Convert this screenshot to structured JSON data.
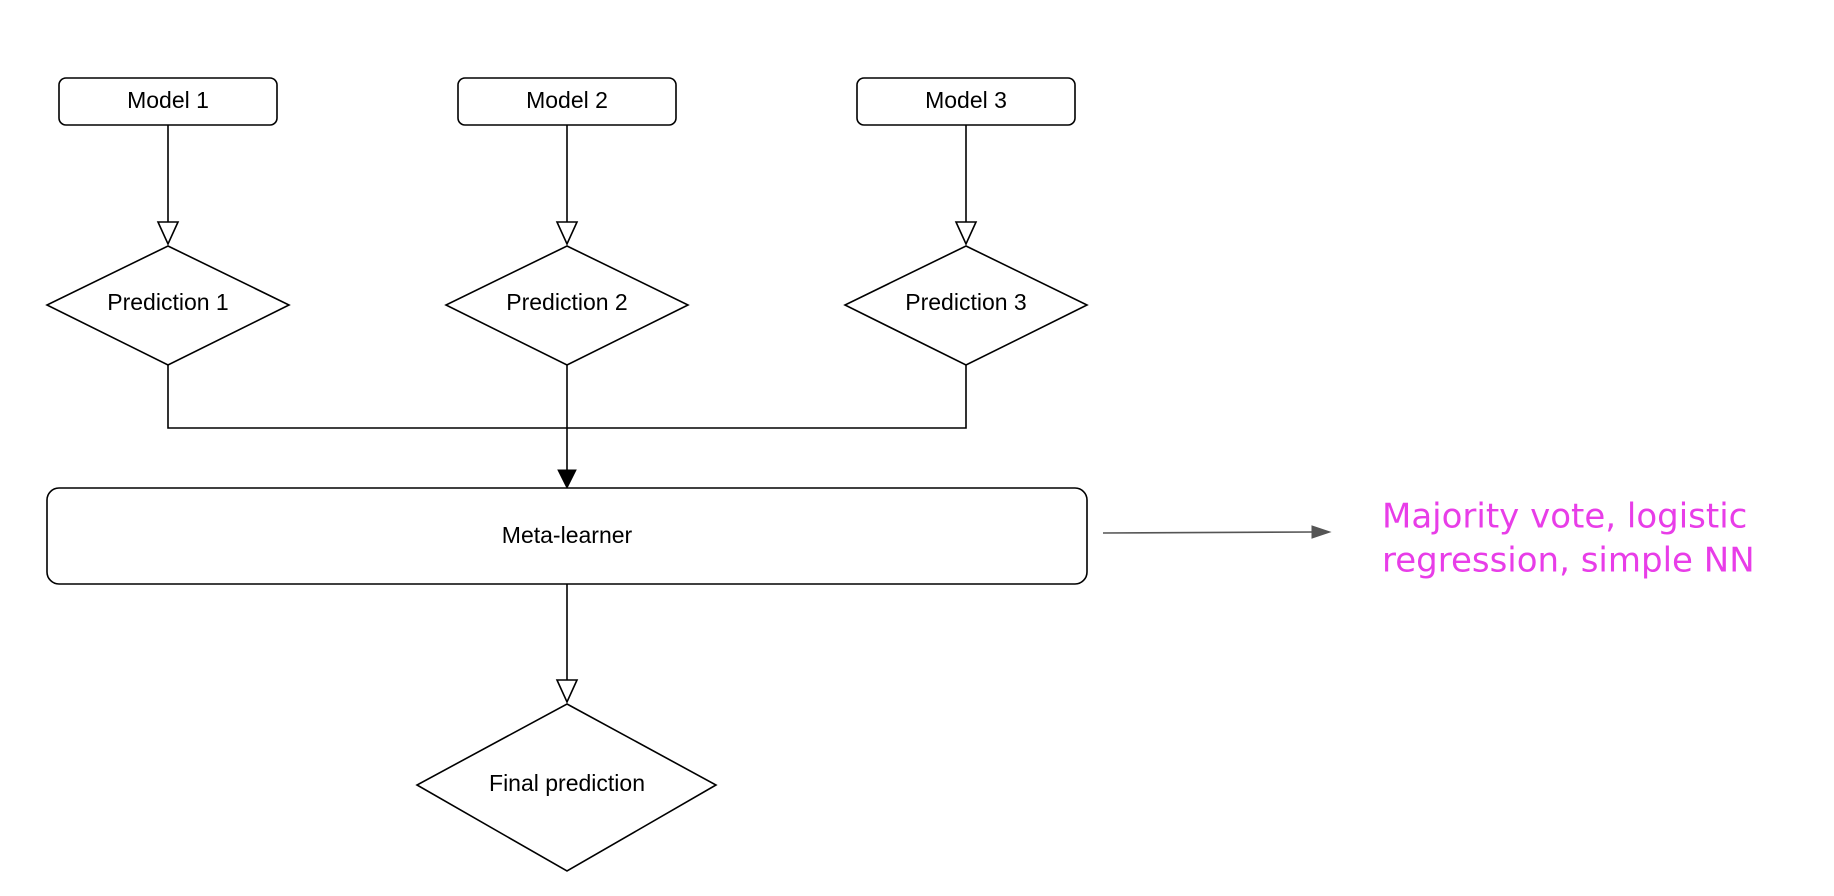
{
  "diagram": {
    "models": [
      {
        "label": "Model 1"
      },
      {
        "label": "Model 2"
      },
      {
        "label": "Model 3"
      }
    ],
    "predictions": [
      {
        "label": "Prediction 1"
      },
      {
        "label": "Prediction 2"
      },
      {
        "label": "Prediction 3"
      }
    ],
    "meta_learner": {
      "label": "Meta-learner"
    },
    "final_prediction": {
      "label": "Final prediction"
    },
    "annotation": {
      "line1": "Majority vote, logistic",
      "line2": "regression, simple NN",
      "color": "#e83de8"
    }
  }
}
